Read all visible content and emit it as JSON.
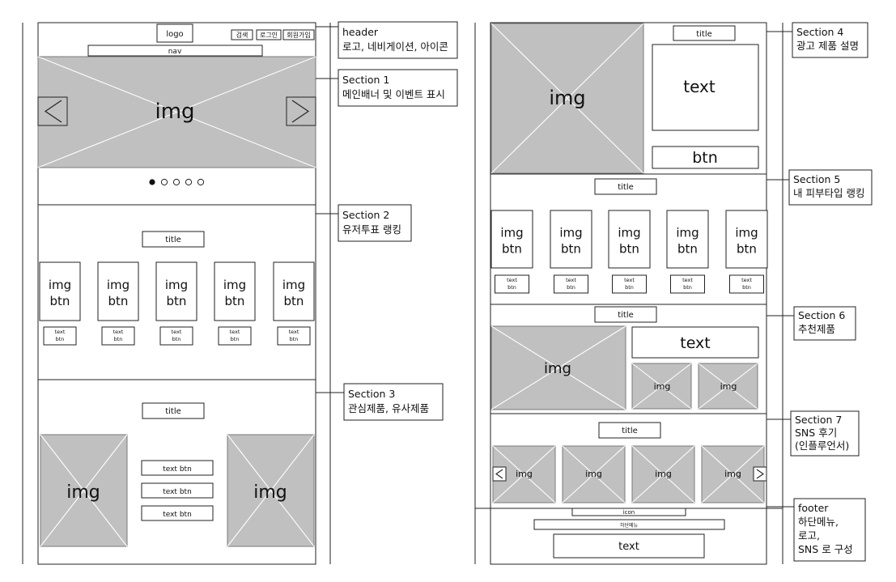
{
  "left_mockup": {
    "header": {
      "logo": "logo",
      "search": "검색",
      "login": "로그인",
      "signup": "회원가입",
      "nav": "nav"
    },
    "banner": {
      "img": "img",
      "prev": "<",
      "next": ">",
      "slide_count": 5,
      "active_slide": 1
    },
    "section2": {
      "title": "title",
      "cards": [
        {
          "img": "img",
          "btn": "btn",
          "text": "text",
          "small_btn": "btn"
        },
        {
          "img": "img",
          "btn": "btn",
          "text": "text",
          "small_btn": "btn"
        },
        {
          "img": "img",
          "btn": "btn",
          "text": "text",
          "small_btn": "btn"
        },
        {
          "img": "img",
          "btn": "btn",
          "text": "text",
          "small_btn": "btn"
        },
        {
          "img": "img",
          "btn": "btn",
          "text": "text",
          "small_btn": "btn"
        }
      ]
    },
    "section3": {
      "title": "title",
      "img_left": "img",
      "img_right": "img",
      "buttons": [
        "text btn",
        "text btn",
        "text btn"
      ]
    }
  },
  "right_mockup": {
    "section4": {
      "title": "title",
      "img": "img",
      "text": "text",
      "btn": "btn"
    },
    "section5": {
      "title": "title",
      "cards": [
        {
          "img": "img",
          "btn": "btn",
          "text": "text",
          "small_btn": "btn"
        },
        {
          "img": "img",
          "btn": "btn",
          "text": "text",
          "small_btn": "btn"
        },
        {
          "img": "img",
          "btn": "btn",
          "text": "text",
          "small_btn": "btn"
        },
        {
          "img": "img",
          "btn": "btn",
          "text": "text",
          "small_btn": "btn"
        },
        {
          "img": "img",
          "btn": "btn",
          "text": "text",
          "small_btn": "btn"
        }
      ]
    },
    "section6": {
      "title": "title",
      "img_main": "img",
      "text": "text",
      "img_small": [
        "img",
        "img"
      ]
    },
    "section7": {
      "title": "title",
      "prev": "<",
      "next": ">",
      "imgs": [
        "img",
        "img",
        "img",
        "img"
      ]
    },
    "footer": {
      "icon": "icon",
      "menu": "하단메뉴",
      "text": "text"
    }
  },
  "annotations": {
    "header": [
      "header",
      "로고, 네비게이션, 아이콘"
    ],
    "section1": [
      "Section 1",
      "메인배너 및 이벤트 표시"
    ],
    "section2": [
      "Section 2",
      "유저투표 랭킹"
    ],
    "section3": [
      "Section 3",
      "관심제품, 유사제품"
    ],
    "section4": [
      "Section 4",
      "광고 제품 설명"
    ],
    "section5": [
      "Section 5",
      "내 피부타입 랭킹"
    ],
    "section6": [
      "Section 6",
      "추천제품"
    ],
    "section7": [
      "Section 7",
      "SNS 후기",
      "(인플루언서)"
    ],
    "footer": [
      "footer",
      "하단메뉴,",
      "로고,",
      "SNS 로 구성"
    ]
  }
}
